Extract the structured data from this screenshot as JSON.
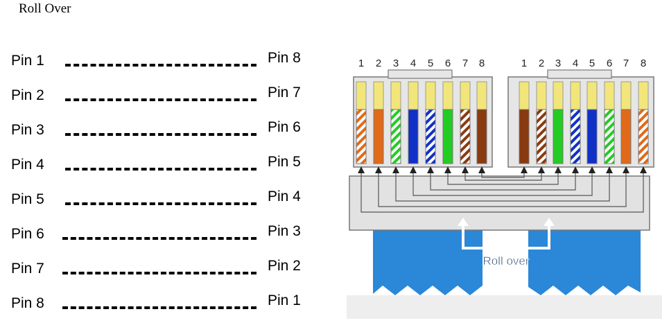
{
  "title": "Roll Over",
  "mapping": [
    {
      "left": "Pin 1",
      "right": "Pin 8"
    },
    {
      "left": "Pin 2",
      "right": "Pin 7"
    },
    {
      "left": "Pin 3",
      "right": "Pin 6"
    },
    {
      "left": "Pin 4",
      "right": "Pin 5"
    },
    {
      "left": "Pin 5",
      "right": "Pin 4"
    },
    {
      "left": "Pin 6",
      "right": "Pin 3"
    },
    {
      "left": "Pin 7",
      "right": "Pin 2"
    },
    {
      "left": "Pin 8",
      "right": "Pin 1"
    }
  ],
  "diagram": {
    "left_pin_numbers": [
      "1",
      "2",
      "3",
      "4",
      "5",
      "6",
      "7",
      "8"
    ],
    "right_pin_numbers": [
      "1",
      "2",
      "3",
      "4",
      "5",
      "6",
      "7",
      "8"
    ],
    "label": "Roll over",
    "left_wires": [
      "orange-white",
      "orange",
      "green-white",
      "blue",
      "blue-white",
      "green",
      "brown-white",
      "brown"
    ],
    "right_wires": [
      "brown",
      "brown-white",
      "green",
      "blue-white",
      "blue",
      "green-white",
      "orange",
      "orange-white"
    ]
  },
  "colors": {
    "orange": "#e06a1a",
    "green": "#22cc22",
    "blue": "#1030c8",
    "brown": "#8a3a10",
    "contact": "#f2e67a",
    "connector": "#e2e2e2",
    "cable": "#2b87d8"
  }
}
